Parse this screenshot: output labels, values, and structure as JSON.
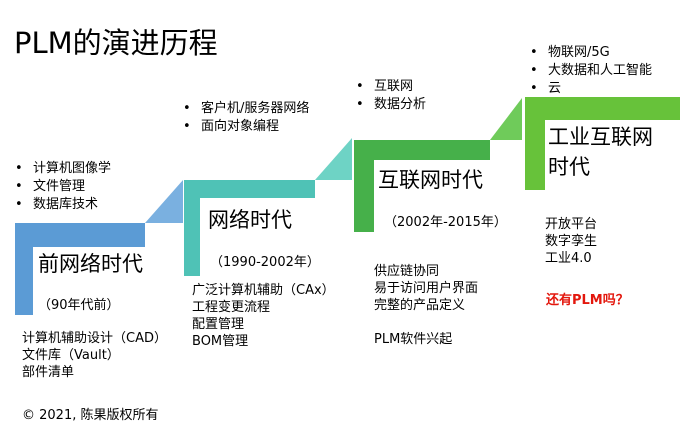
{
  "title": "PLM的演进历程",
  "colors": {
    "era1": "#5b9bd5",
    "era1_cap": "#7ab0e0",
    "era2": "#4fc2b6",
    "era2_cap": "#6ed3c5",
    "era3": "#46b04a",
    "era3_cap": "#6fcb5a",
    "era4": "#67c23a",
    "accent_red": "#e3170d"
  },
  "eras": [
    {
      "name": "前网络时代",
      "period": "（90年代前）",
      "features": [
        "计算机图像学",
        "文件管理",
        "数据库技术"
      ],
      "systems": [
        "计算机辅助设计（CAD）",
        "文件库（Vault）",
        "部件清单"
      ]
    },
    {
      "name": "网络时代",
      "period": "（1990-2002年）",
      "features": [
        "客户机/服务器网络",
        "面向对象编程"
      ],
      "systems": [
        "广泛计算机辅助（CAx）",
        "工程变更流程",
        "配置管理",
        "BOM管理"
      ]
    },
    {
      "name": "互联网时代",
      "period": "（2002年-2015年）",
      "features": [
        "互联网",
        "数据分析"
      ],
      "systems": [
        "供应链协同",
        "易于访问用户界面",
        "完整的产品定义",
        "PLM软件兴起"
      ]
    },
    {
      "name_line1": "工业互联网",
      "name_line2": "时代",
      "features": [
        "物联网/5G",
        "大数据和人工智能",
        "云"
      ],
      "systems": [
        "开放平台",
        "数字孪生",
        "工业4.0"
      ]
    }
  ],
  "question": "还有PLM吗？",
  "copyright": "© 2021, 陈果版权所有"
}
